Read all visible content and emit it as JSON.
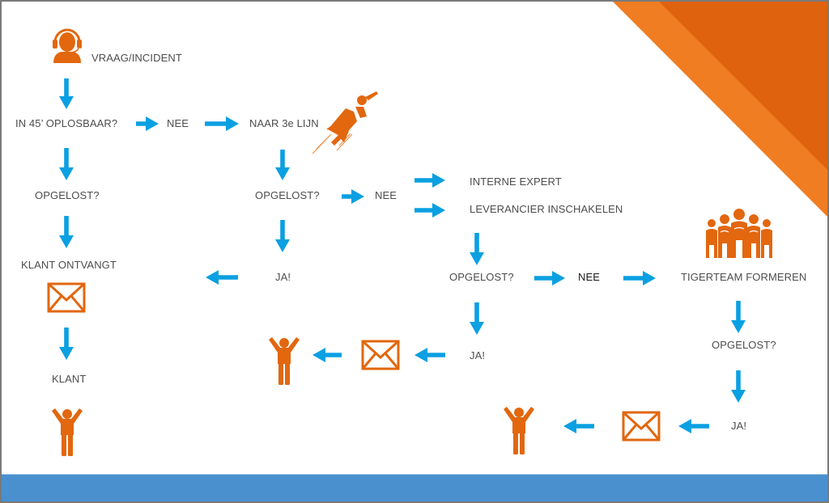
{
  "colors": {
    "accent_orange": "#e2670f",
    "corner_light": "#f07d22",
    "corner_dark": "#df620e",
    "arrow_blue": "#0ba0e2",
    "bar_blue": "#4a90cf",
    "text_gray": "#4d4d4d"
  },
  "nodes": {
    "vraag_incident": "VRAAG/INCIDENT",
    "in45_oplosbaar": "IN 45’ OPLOSBAAR?",
    "nee_1": "NEE",
    "naar_3e_lijn": "NAAR 3e LIJN",
    "opgelost_1": "OPGELOST?",
    "klant_ontvangt": "KLANT ONTVANGT",
    "klant": "KLANT",
    "opgelost_2": "OPGELOST?",
    "nee_2": "NEE",
    "interne_expert": "INTERNE EXPERT",
    "leverancier_inschakelen": "LEVERANCIER INSCHAKELEN",
    "ja_1": "JA!",
    "opgelost_3": "OPGELOST?",
    "nee_3": "NEE",
    "tigerteam_formeren": "TIGERTEAM FORMEREN",
    "ja_2": "JA!",
    "opgelost_4": "OPGELOST?",
    "ja_3": "JA!"
  },
  "icons": {
    "helpdesk": "headset-agent-icon",
    "superhero": "flying-superhero-icon",
    "team": "team-group-icon",
    "mail": "envelope-icon",
    "person": "happy-person-icon"
  }
}
